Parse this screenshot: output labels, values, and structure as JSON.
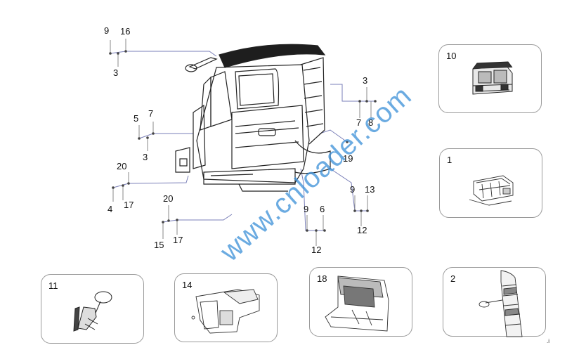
{
  "watermark": "www.cnloader.com",
  "corner_mark": ".i",
  "callouts": [
    {
      "id": "c1",
      "text": "9"
    },
    {
      "id": "c2",
      "text": "16"
    },
    {
      "id": "c3",
      "text": "3"
    },
    {
      "id": "c4",
      "text": "5"
    },
    {
      "id": "c5",
      "text": "7"
    },
    {
      "id": "c6",
      "text": "3"
    },
    {
      "id": "c7",
      "text": "20"
    },
    {
      "id": "c8",
      "text": "4"
    },
    {
      "id": "c9",
      "text": "17"
    },
    {
      "id": "c10",
      "text": "20"
    },
    {
      "id": "c11",
      "text": "15"
    },
    {
      "id": "c12",
      "text": "17"
    },
    {
      "id": "c13",
      "text": "3"
    },
    {
      "id": "c14",
      "text": "7"
    },
    {
      "id": "c15",
      "text": "8"
    },
    {
      "id": "c16",
      "text": "19"
    },
    {
      "id": "c17",
      "text": "9"
    },
    {
      "id": "c18",
      "text": "13"
    },
    {
      "id": "c19",
      "text": "12"
    },
    {
      "id": "c20",
      "text": "9"
    },
    {
      "id": "c21",
      "text": "6"
    },
    {
      "id": "c22",
      "text": "12"
    }
  ],
  "panels": [
    {
      "id": "p10",
      "label": "10",
      "part": "cab-complete"
    },
    {
      "id": "p1",
      "label": "1",
      "part": "cab-frame"
    },
    {
      "id": "p11",
      "label": "11",
      "part": "steering-column"
    },
    {
      "id": "p14",
      "label": "14",
      "part": "floor-console"
    },
    {
      "id": "p18",
      "label": "18",
      "part": "dashboard-floor"
    },
    {
      "id": "p2",
      "label": "2",
      "part": "side-mirror-panel"
    }
  ]
}
